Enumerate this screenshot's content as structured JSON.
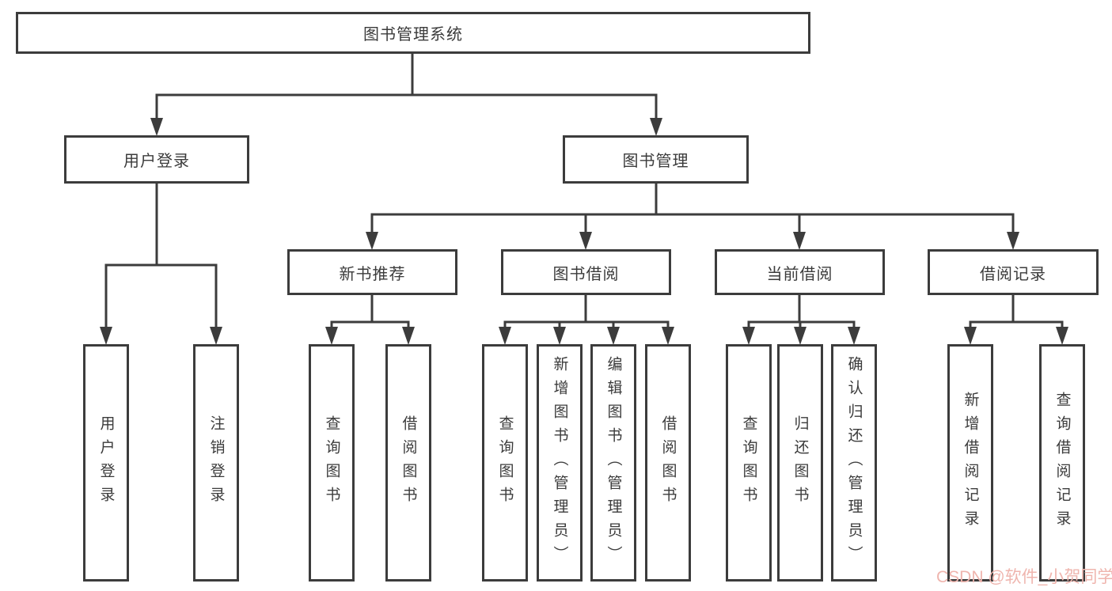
{
  "tree": {
    "label": "图书管理系统",
    "children": [
      {
        "label": "用户登录",
        "children": [
          {
            "label": "用户登录"
          },
          {
            "label": "注销登录"
          }
        ]
      },
      {
        "label": "图书管理",
        "children": [
          {
            "label": "新书推荐",
            "children": [
              {
                "label": "查询图书"
              },
              {
                "label": "借阅图书"
              }
            ]
          },
          {
            "label": "图书借阅",
            "children": [
              {
                "label": "查询图书"
              },
              {
                "label": "新增图书（管理员）"
              },
              {
                "label": "编辑图书（管理员）"
              },
              {
                "label": "借阅图书"
              }
            ]
          },
          {
            "label": "当前借阅",
            "children": [
              {
                "label": "查询图书"
              },
              {
                "label": "归还图书"
              },
              {
                "label": "确认归还（管理员）"
              }
            ]
          },
          {
            "label": "借阅记录",
            "children": [
              {
                "label": "新增借阅记录"
              },
              {
                "label": "查询借阅记录"
              }
            ]
          }
        ]
      }
    ]
  },
  "watermark": {
    "text": "CSDN @软件_小贺同学",
    "color": "#efb5ae"
  },
  "colors": {
    "line": "#3c3c3c",
    "box_border": "#3c3c3c",
    "text": "#3b3b3b",
    "background": "#ffffff"
  }
}
